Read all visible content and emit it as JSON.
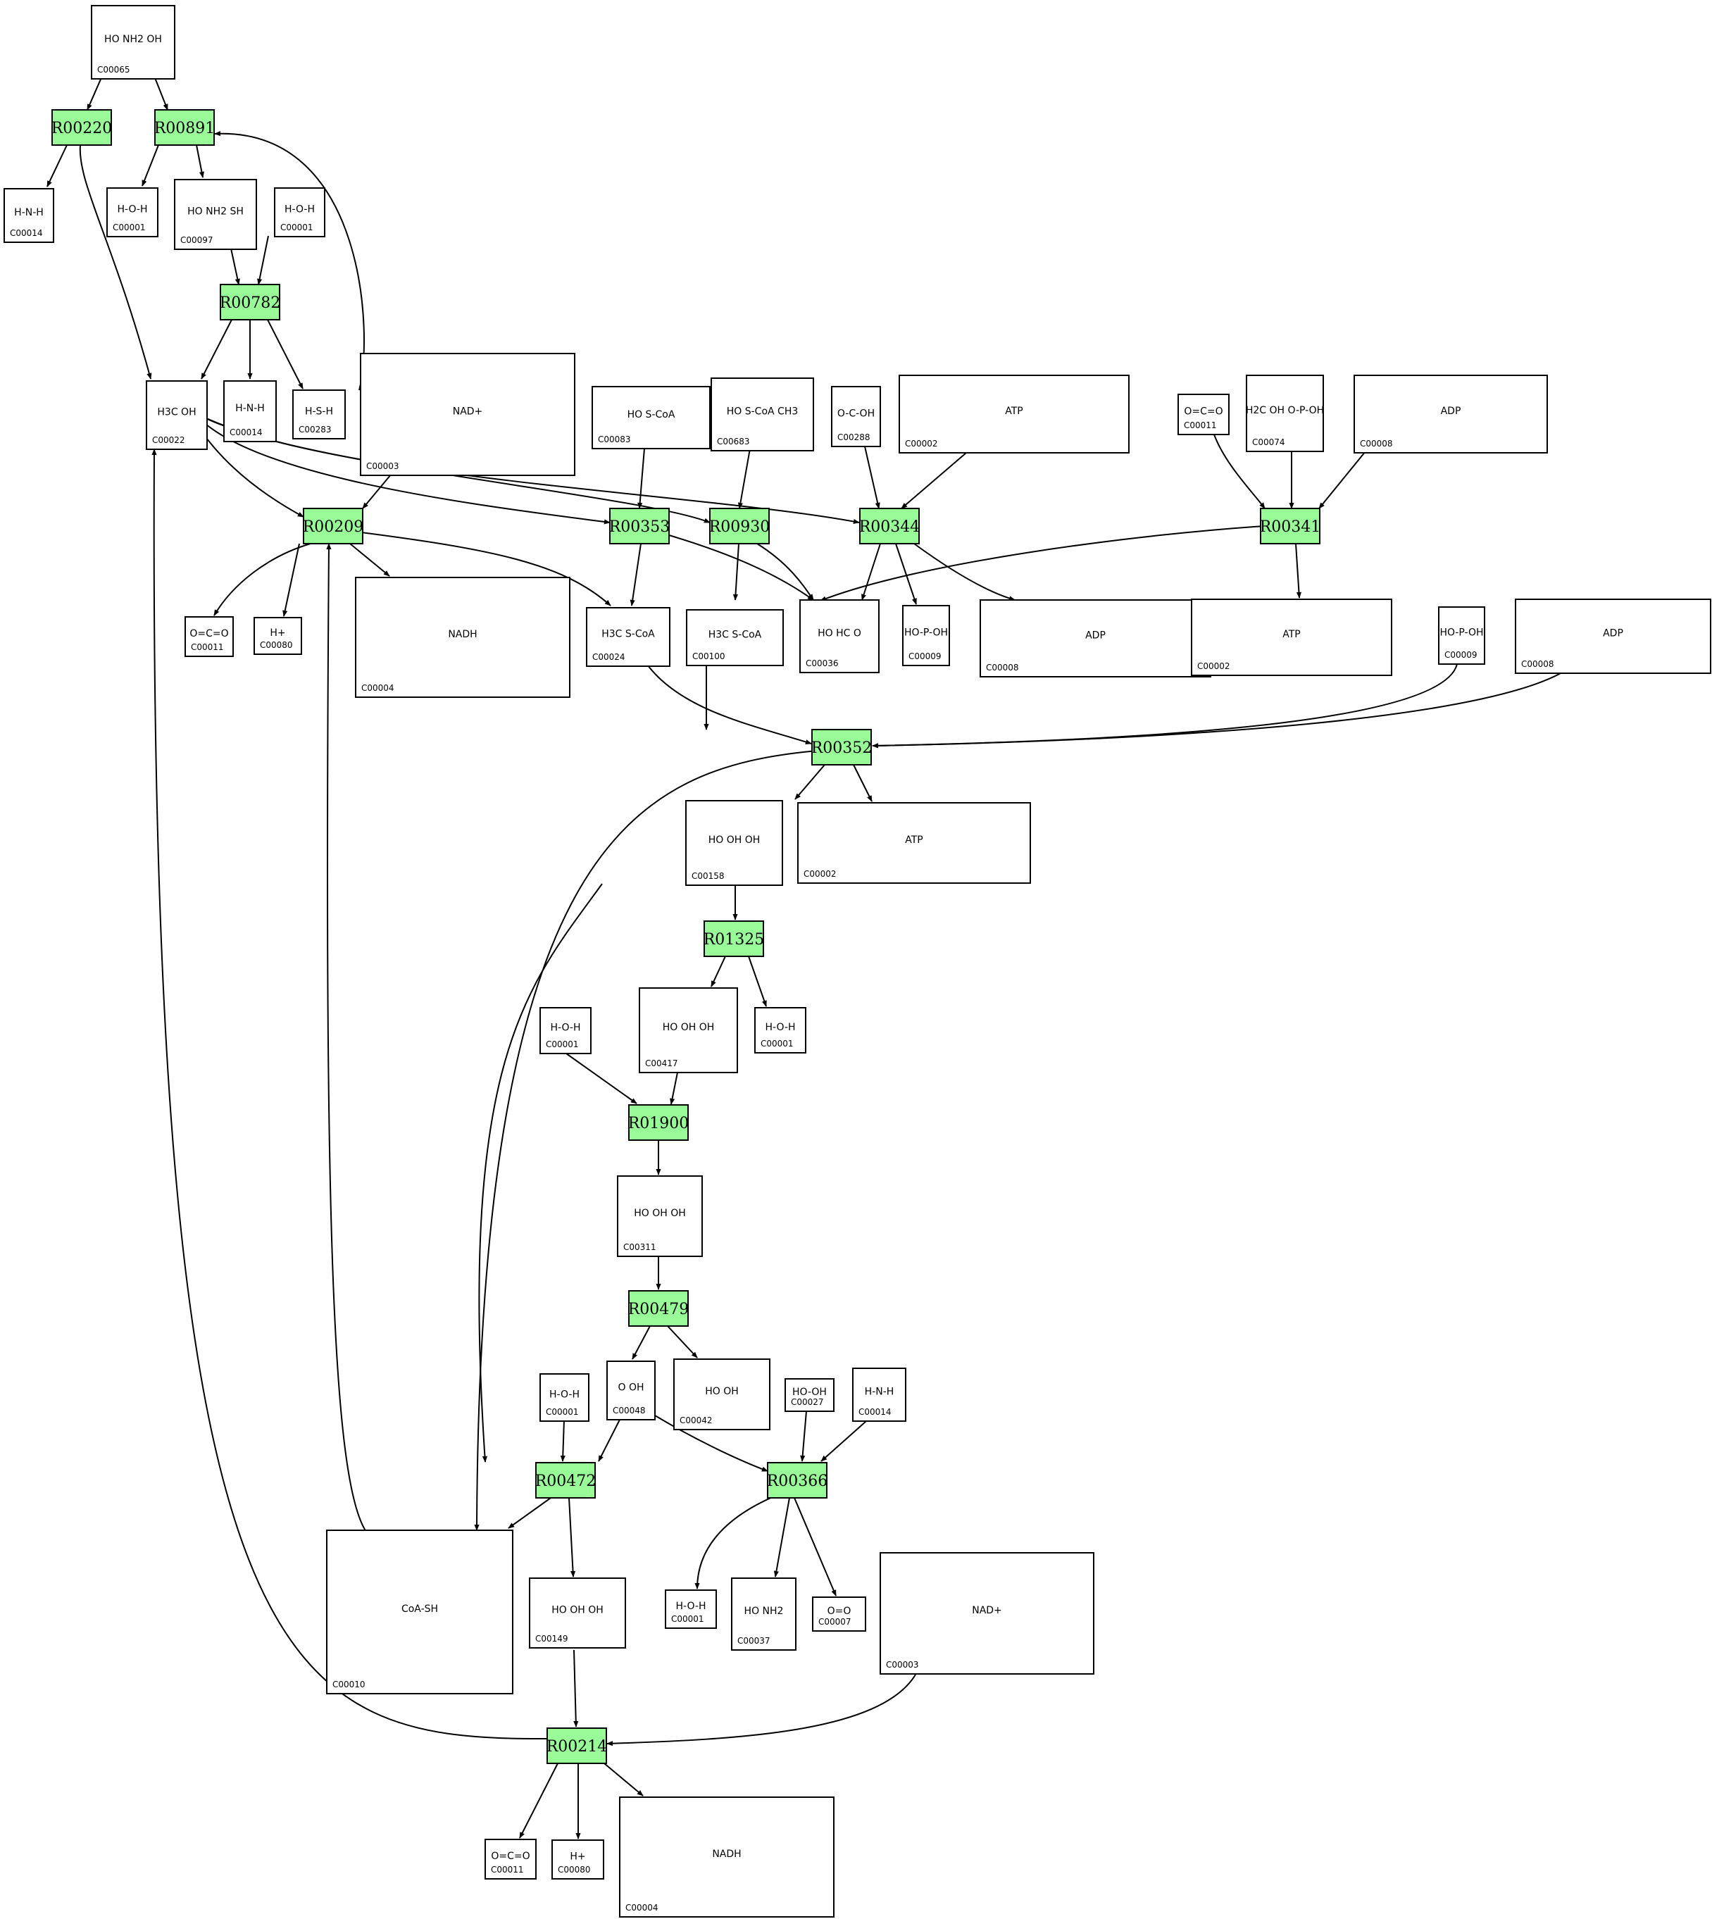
{
  "colors": {
    "reaction_fill": "#98FB98",
    "compound_fill": "#ffffff",
    "line": "#000000"
  },
  "reactions": [
    {
      "id": "R00220"
    },
    {
      "id": "R00891"
    },
    {
      "id": "R00782"
    },
    {
      "id": "R00209"
    },
    {
      "id": "R00353"
    },
    {
      "id": "R00930"
    },
    {
      "id": "R00344"
    },
    {
      "id": "R00341"
    },
    {
      "id": "R00352"
    },
    {
      "id": "R01325"
    },
    {
      "id": "R01900"
    },
    {
      "id": "R00479"
    },
    {
      "id": "R00472"
    },
    {
      "id": "R00366"
    },
    {
      "id": "R00214"
    }
  ],
  "compounds": [
    {
      "id": "C00065",
      "formula": "HO  NH2  OH"
    },
    {
      "id": "C00014",
      "formula": "H-N-H"
    },
    {
      "id": "C00001",
      "formula": "H-O-H"
    },
    {
      "id": "C00097",
      "formula": "HO  NH2  SH"
    },
    {
      "id": "C00001",
      "formula": "H-O-H"
    },
    {
      "id": "C00022",
      "formula": "H3C  OH"
    },
    {
      "id": "C00014",
      "formula": "H-N-H"
    },
    {
      "id": "C00283",
      "formula": "H-S-H"
    },
    {
      "id": "C00003",
      "formula": "NAD+"
    },
    {
      "id": "C00083",
      "formula": "HO  S-CoA"
    },
    {
      "id": "C00683",
      "formula": "HO  S-CoA  CH3"
    },
    {
      "id": "C00288",
      "formula": "O-C-OH"
    },
    {
      "id": "C00002",
      "formula": "ATP"
    },
    {
      "id": "C00011",
      "formula": "O=C=O"
    },
    {
      "id": "C00074",
      "formula": "H2C  OH  O-P-OH"
    },
    {
      "id": "C00008",
      "formula": "ADP"
    },
    {
      "id": "C00011",
      "formula": "O=C=O"
    },
    {
      "id": "C00080",
      "formula": "H+"
    },
    {
      "id": "C00004",
      "formula": "NADH"
    },
    {
      "id": "C00024",
      "formula": "H3C  S-CoA"
    },
    {
      "id": "C00100",
      "formula": "H3C  S-CoA"
    },
    {
      "id": "C00036",
      "formula": "HO  HC  O"
    },
    {
      "id": "C00009",
      "formula": "HO-P-OH"
    },
    {
      "id": "C00008",
      "formula": "ADP"
    },
    {
      "id": "C00002",
      "formula": "ATP"
    },
    {
      "id": "C00009",
      "formula": "HO-P-OH"
    },
    {
      "id": "C00008",
      "formula": "ADP"
    },
    {
      "id": "C00158",
      "formula": "HO  OH  OH"
    },
    {
      "id": "C00002",
      "formula": "ATP"
    },
    {
      "id": "C00417",
      "formula": "HO  OH  OH"
    },
    {
      "id": "C00001",
      "formula": "H-O-H"
    },
    {
      "id": "C00001",
      "formula": "H-O-H"
    },
    {
      "id": "C00311",
      "formula": "HO  OH  OH"
    },
    {
      "id": "C00048",
      "formula": "O  OH"
    },
    {
      "id": "C00042",
      "formula": "HO  OH"
    },
    {
      "id": "C00001",
      "formula": "H-O-H"
    },
    {
      "id": "C00027",
      "formula": "HO-OH"
    },
    {
      "id": "C00014",
      "formula": "H-N-H"
    },
    {
      "id": "C00010",
      "formula": "CoA-SH"
    },
    {
      "id": "C00149",
      "formula": "HO  OH  OH"
    },
    {
      "id": "C00001",
      "formula": "H-O-H"
    },
    {
      "id": "C00037",
      "formula": "HO  NH2"
    },
    {
      "id": "C00007",
      "formula": "O=O"
    },
    {
      "id": "C00003",
      "formula": "NAD+"
    },
    {
      "id": "C00011",
      "formula": "O=C=O"
    },
    {
      "id": "C00080",
      "formula": "H+"
    },
    {
      "id": "C00004",
      "formula": "NADH"
    }
  ]
}
